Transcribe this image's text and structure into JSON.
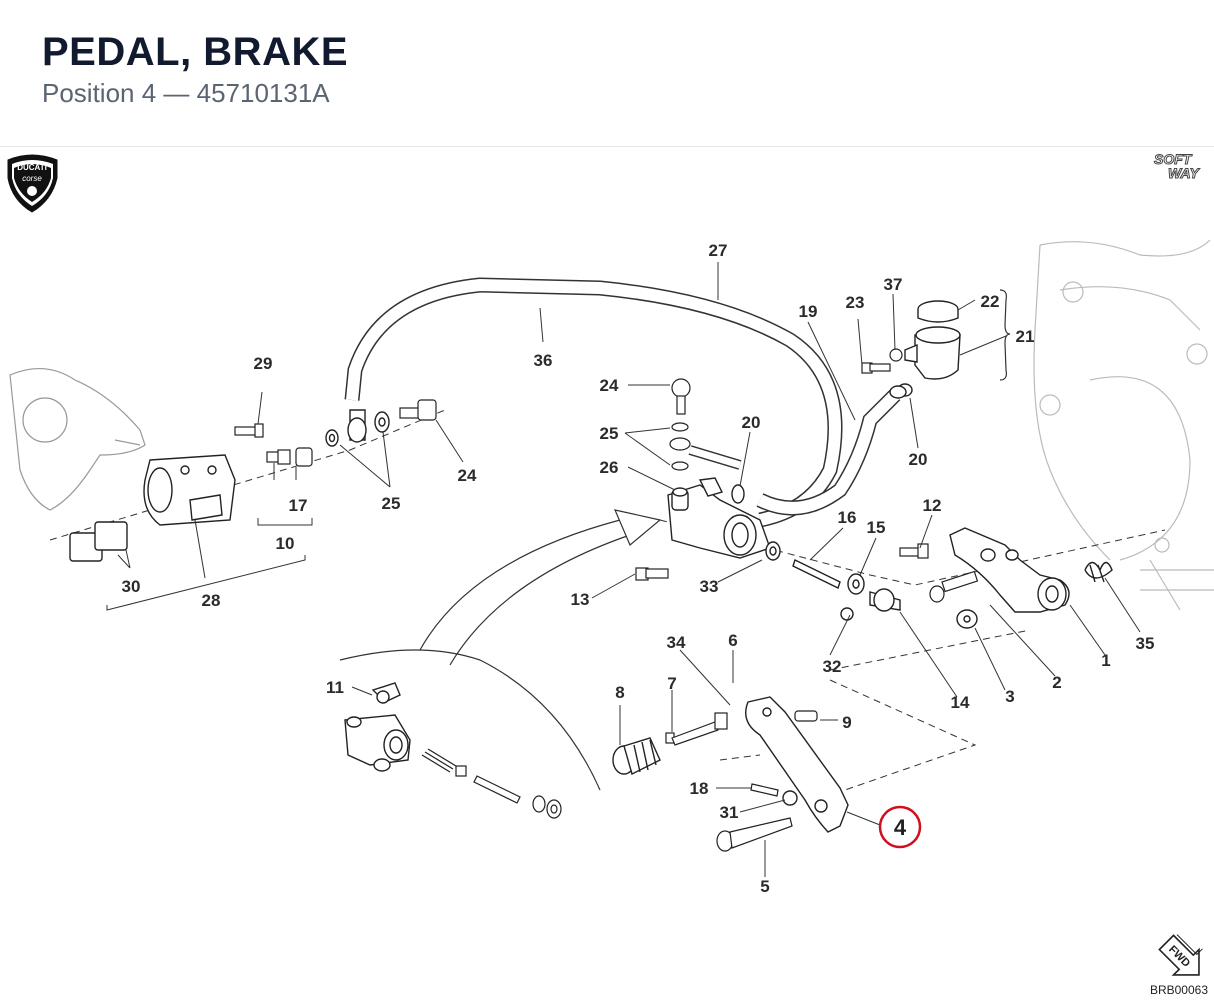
{
  "header": {
    "title": "PEDAL, BRAKE",
    "subtitle": "Position 4 — 45710131A"
  },
  "brand": {
    "left_logo_text": [
      "DUCATI",
      "corse"
    ],
    "right_logo_text": [
      "SOFT",
      "WAY"
    ]
  },
  "highlight": {
    "position": "4",
    "color": "#d0101c"
  },
  "callouts": [
    "1",
    "2",
    "3",
    "5",
    "6",
    "7",
    "8",
    "9",
    "10",
    "11",
    "12",
    "13",
    "14",
    "15",
    "16",
    "17",
    "18",
    "19",
    "20",
    "21",
    "22",
    "23",
    "24",
    "25",
    "26",
    "27",
    "28",
    "29",
    "30",
    "31",
    "32",
    "33",
    "34",
    "35",
    "36",
    "37"
  ],
  "fwd_label": "FWD",
  "doc_code": "BRB00063"
}
